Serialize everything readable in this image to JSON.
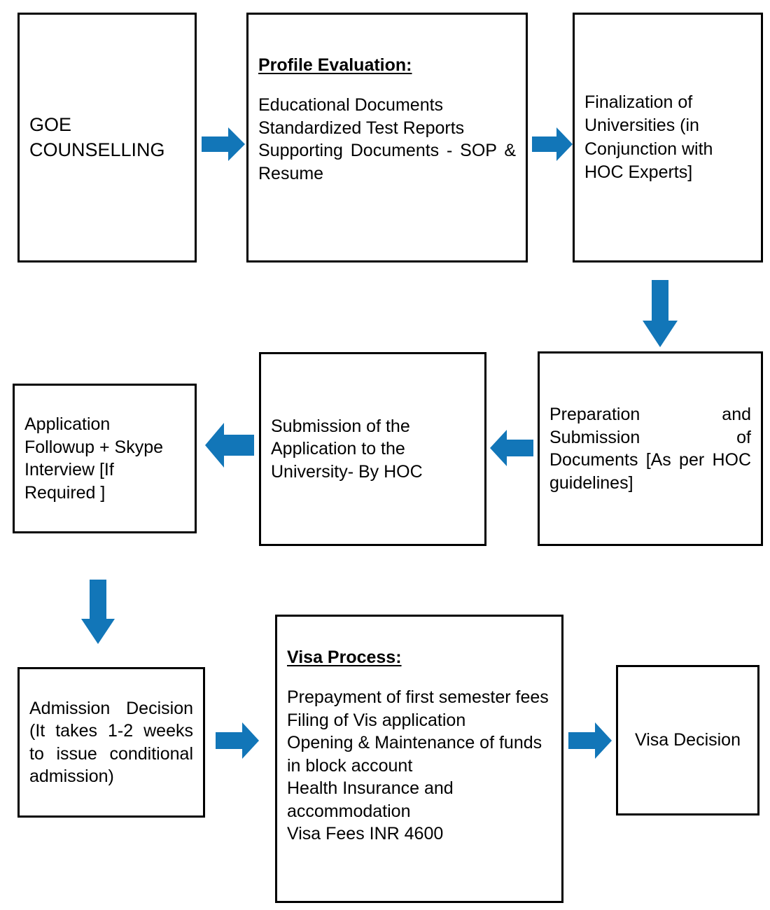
{
  "diagram": {
    "title": "GOE Counselling admission and visa process flowchart",
    "accent_color": "#1276b8",
    "box_border_color": "#000000",
    "background_color": "#ffffff"
  },
  "nodes": [
    {
      "id": "goe-counselling",
      "heading": "",
      "lines": [
        "GOE COUNSELLING"
      ]
    },
    {
      "id": "profile-evaluation",
      "heading": "Profile Evaluation:",
      "lines": [
        "Educational Documents",
        "Standardized Test Reports",
        "Supporting Documents - SOP & Resume"
      ]
    },
    {
      "id": "finalization-of-universities",
      "heading": "",
      "lines": [
        "Finalization of Universities (in Conjunction with HOC Experts]"
      ]
    },
    {
      "id": "preparation-and-submission",
      "heading": "",
      "lines": [
        "Preparation and Submission of Documents [As per HOC guidelines]"
      ]
    },
    {
      "id": "submission-to-university",
      "heading": "",
      "lines": [
        "Submission of the Application to the University- By HOC"
      ]
    },
    {
      "id": "application-followup",
      "heading": "",
      "lines": [
        "Application Followup + Skype Interview [If Required ]"
      ]
    },
    {
      "id": "admission-decision",
      "heading": "",
      "lines": [
        "Admission Decision (It takes 1-2 weeks to issue conditional admission)"
      ]
    },
    {
      "id": "visa-process",
      "heading": "Visa Process:",
      "lines": [
        "Prepayment of first semester fees",
        "Filing of Vis application",
        "Opening & Maintenance of funds in block account",
        "Health Insurance and accommodation",
        "Visa Fees INR 4600"
      ]
    },
    {
      "id": "visa-decision",
      "heading": "",
      "lines": [
        "Visa Decision"
      ]
    }
  ],
  "connectors": [
    {
      "id": "arrow-goe-to-profile",
      "direction": "right"
    },
    {
      "id": "arrow-profile-to-finalization",
      "direction": "right"
    },
    {
      "id": "arrow-finalization-to-preparation",
      "direction": "down"
    },
    {
      "id": "arrow-preparation-to-submission",
      "direction": "left"
    },
    {
      "id": "arrow-submission-to-followup",
      "direction": "left"
    },
    {
      "id": "arrow-followup-to-admission",
      "direction": "down"
    },
    {
      "id": "arrow-admission-to-visa-process",
      "direction": "right"
    },
    {
      "id": "arrow-visa-process-to-visa-decision",
      "direction": "right"
    }
  ]
}
